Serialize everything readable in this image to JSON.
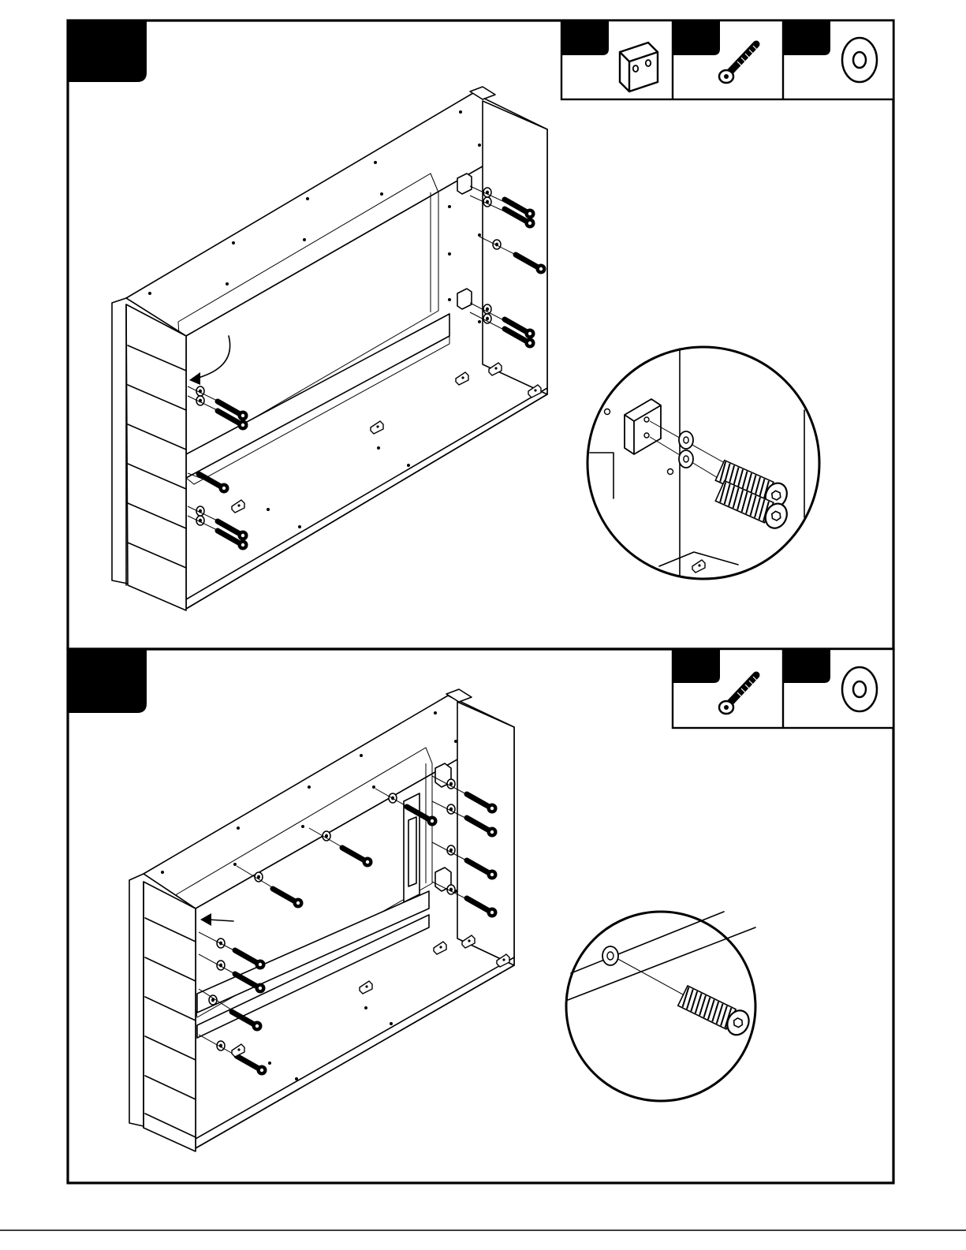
{
  "document": {
    "type": "assembly-instructions",
    "steps": [
      {
        "step_label": "",
        "parts": [
          {
            "icon": "cam-block-icon",
            "label": ""
          },
          {
            "icon": "screw-icon",
            "label": ""
          },
          {
            "icon": "washer-icon",
            "label": ""
          }
        ],
        "detail_view": "screw-washer-into-cam-block"
      },
      {
        "step_label": "",
        "parts": [
          {
            "icon": "screw-icon",
            "label": ""
          },
          {
            "icon": "washer-icon",
            "label": ""
          }
        ],
        "detail_view": "screw-with-washer"
      }
    ]
  }
}
